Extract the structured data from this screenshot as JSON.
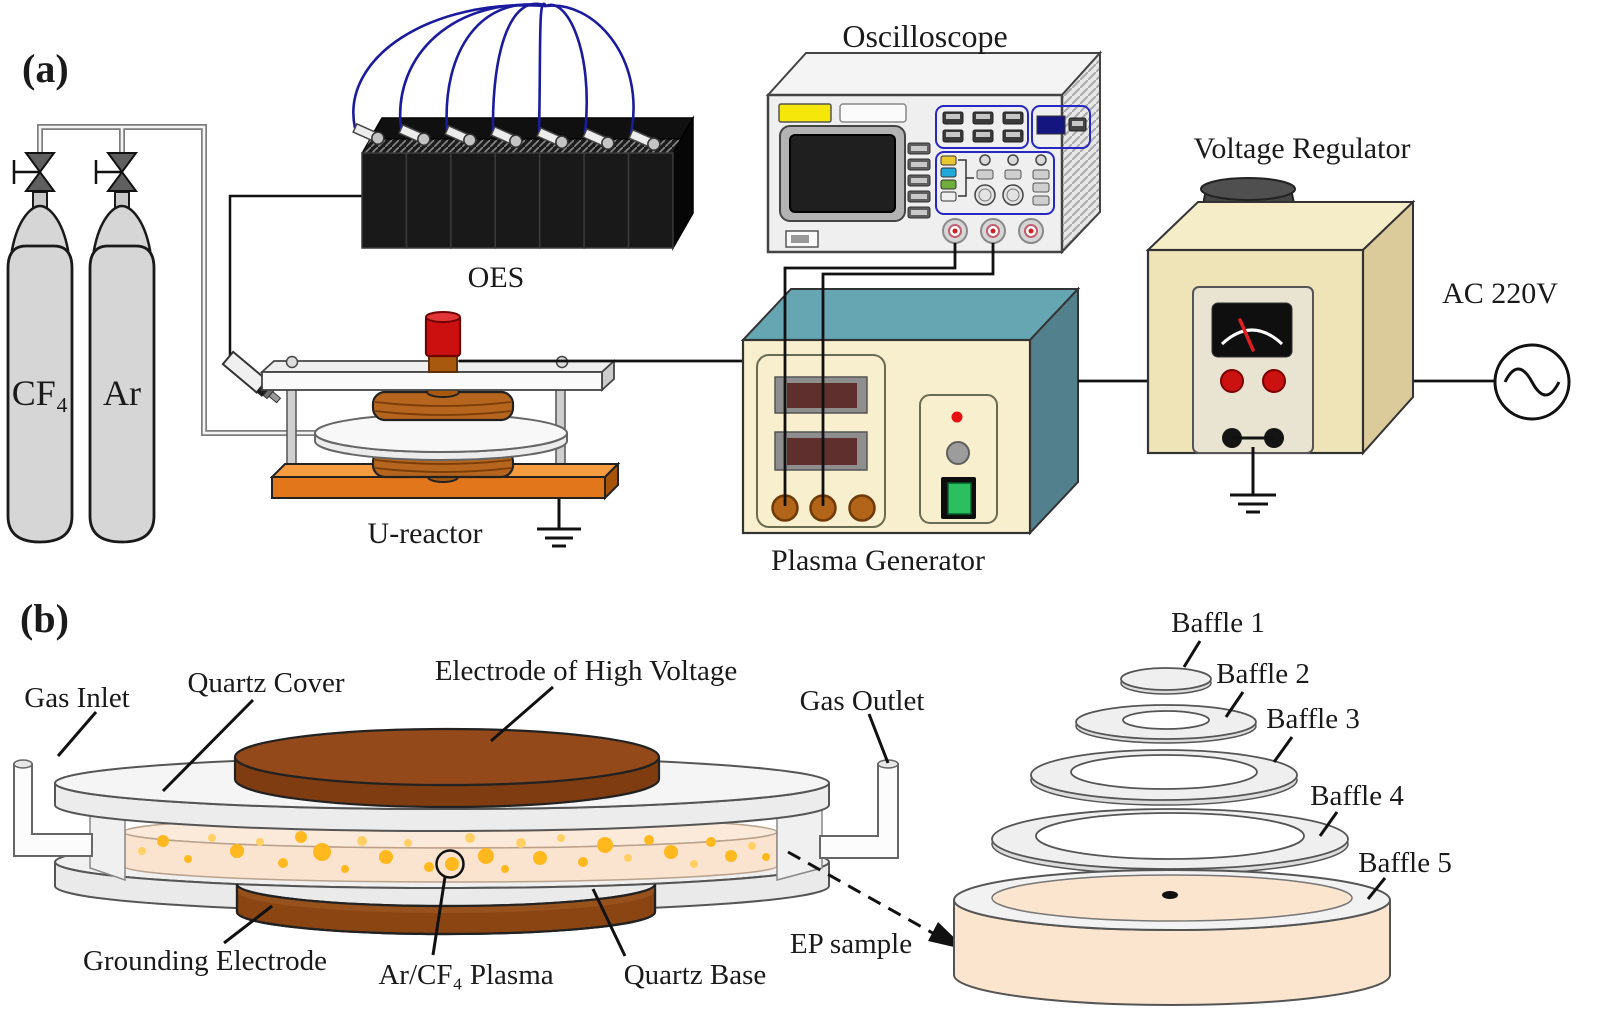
{
  "colors": {
    "electrode_brown": "#8B4513",
    "reactor_copper": "#B5651D",
    "base_orange": "#E2761A",
    "plasma_dot_orange": "#FFB91F",
    "plasma_fill": "#FBE9D9",
    "generator_front_cream": "#F8EFCE",
    "generator_top_teal": "#66A5B2",
    "regulator_tan": "#EFE3B8",
    "fiber_blue": "#1B1B9E",
    "hv_cap_red": "#CC1010",
    "switch_green": "#2BBF5F",
    "led_red": "#E61212",
    "quartz_gray": "#F2F2F2"
  },
  "panel_a": {
    "tag": "(a)",
    "cf4_cylinder_label": "CF₄",
    "ar_cylinder_label": "Ar",
    "oes_label": "OES",
    "oscilloscope_label": "Oscilloscope",
    "u_reactor_label": "U-reactor",
    "plasma_generator_label": "Plasma Generator",
    "voltage_regulator_label": "Voltage Regulator",
    "ac_source_label": "AC 220V"
  },
  "panel_b": {
    "tag": "(b)",
    "gas_inlet_label": "Gas Inlet",
    "quartz_cover_label": "Quartz Cover",
    "hv_electrode_label": "Electrode of High Voltage",
    "gas_outlet_label": "Gas Outlet",
    "grounding_electrode_label": "Grounding Electrode",
    "plasma_label": "Ar/CF₄ Plasma",
    "quartz_base_label": "Quartz Base",
    "ep_sample_label": "EP sample",
    "baffles": [
      {
        "label": "Baffle 1"
      },
      {
        "label": "Baffle 2"
      },
      {
        "label": "Baffle 3"
      },
      {
        "label": "Baffle 4"
      },
      {
        "label": "Baffle 5"
      }
    ]
  }
}
